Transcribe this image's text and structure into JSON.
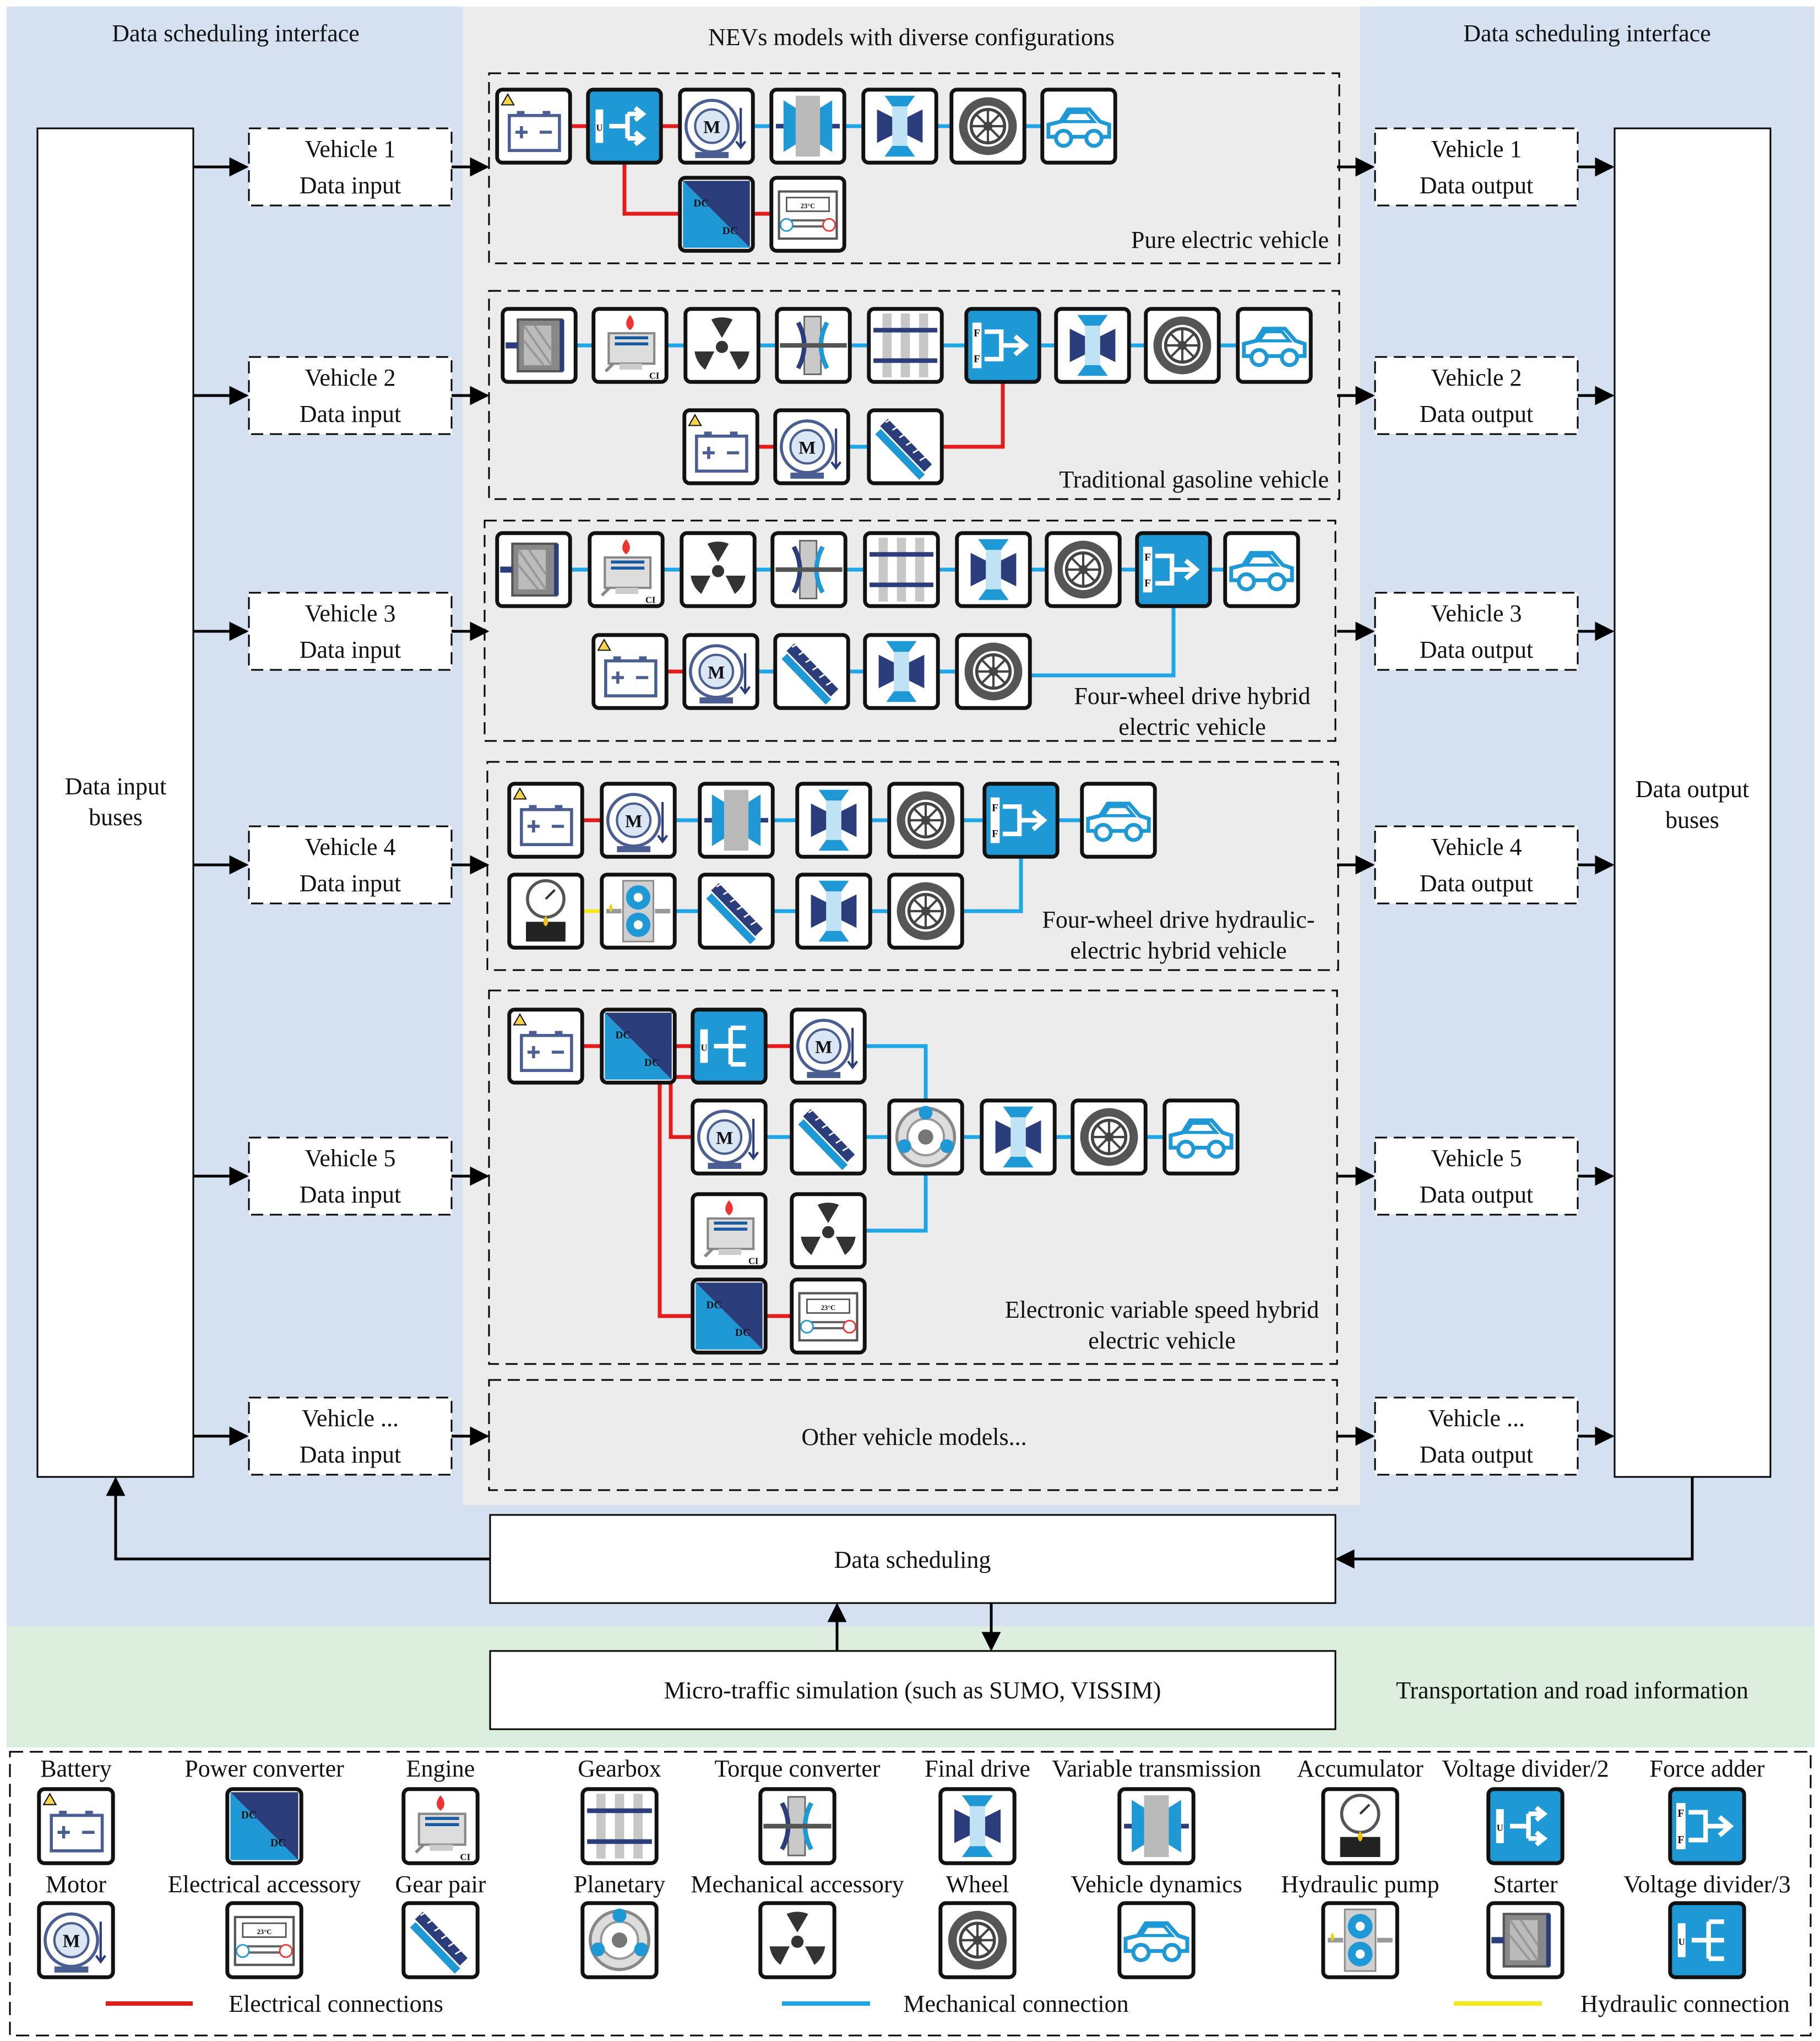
{
  "headers": {
    "left": "Data scheduling interface",
    "center": "NEVs models with diverse configurations",
    "right": "Data scheduling interface"
  },
  "buses": {
    "input": [
      "Data input",
      "buses"
    ],
    "output": [
      "Data output",
      "buses"
    ]
  },
  "inputs": [
    {
      "vehicle": "Vehicle 1",
      "label": "Data input"
    },
    {
      "vehicle": "Vehicle 2",
      "label": "Data input"
    },
    {
      "vehicle": "Vehicle 3",
      "label": "Data input"
    },
    {
      "vehicle": "Vehicle 4",
      "label": "Data input"
    },
    {
      "vehicle": "Vehicle 5",
      "label": "Data input"
    },
    {
      "vehicle": "Vehicle ...",
      "label": "Data input"
    }
  ],
  "outputs": [
    {
      "vehicle": "Vehicle 1",
      "label": "Data output"
    },
    {
      "vehicle": "Vehicle 2",
      "label": "Data output"
    },
    {
      "vehicle": "Vehicle 3",
      "label": "Data output"
    },
    {
      "vehicle": "Vehicle 4",
      "label": "Data output"
    },
    {
      "vehicle": "Vehicle 5",
      "label": "Data output"
    },
    {
      "vehicle": "Vehicle ...",
      "label": "Data output"
    }
  ],
  "models": [
    {
      "name": [
        "Pure electric vehicle"
      ]
    },
    {
      "name": [
        "Traditional gasoline  vehicle"
      ]
    },
    {
      "name": [
        "Four-wheel drive hybrid",
        "electric vehicle"
      ]
    },
    {
      "name": [
        "Four-wheel drive hydraulic-",
        "electric hybrid vehicle"
      ]
    },
    {
      "name": [
        "Electronic variable speed hybrid",
        "electric vehicle"
      ]
    },
    {
      "name": [
        "Other vehicle models..."
      ]
    }
  ],
  "scheduling": "Data scheduling",
  "traffic": "Micro-traffic simulation (such as SUMO, VISSIM)",
  "transport_info": "Transportation and road information",
  "legend": {
    "row1": [
      {
        "icon": "battery",
        "label": "Battery"
      },
      {
        "icon": "power-converter",
        "label": "Power converter"
      },
      {
        "icon": "engine",
        "label": "Engine"
      },
      {
        "icon": "gearbox",
        "label": "Gearbox"
      },
      {
        "icon": "torque-converter",
        "label": "Torque converter"
      },
      {
        "icon": "final-drive",
        "label": "Final drive"
      },
      {
        "icon": "variable-transmission",
        "label": "Variable transmission"
      },
      {
        "icon": "accumulator",
        "label": "Accumulator"
      },
      {
        "icon": "voltage-divider-2",
        "label": "Voltage divider/2"
      },
      {
        "icon": "force-adder",
        "label": "Force adder"
      }
    ],
    "row2": [
      {
        "icon": "motor",
        "label": "Motor"
      },
      {
        "icon": "electrical-accessory",
        "label": "Electrical accessory"
      },
      {
        "icon": "gear-pair",
        "label": "Gear pair"
      },
      {
        "icon": "planetary",
        "label": "Planetary"
      },
      {
        "icon": "mechanical-accessory",
        "label": "Mechanical accessory"
      },
      {
        "icon": "wheel",
        "label": "Wheel"
      },
      {
        "icon": "vehicle-dynamics",
        "label": "Vehicle dynamics"
      },
      {
        "icon": "hydraulic-pump",
        "label": "Hydraulic pump"
      },
      {
        "icon": "starter",
        "label": "Starter"
      },
      {
        "icon": "voltage-divider-3",
        "label": "Voltage divider/3"
      }
    ],
    "connections": [
      {
        "label": "Electrical connections",
        "color": "#e31b1b"
      },
      {
        "label": "Mechanical connection",
        "color": "#1ea6e6"
      },
      {
        "label": "Hydraulic connection",
        "color": "#f2ea1a"
      }
    ]
  },
  "colors": {
    "top_bg": "#d5e1f1",
    "center_bg": "#ececec",
    "bottom_bg": "#dceedd",
    "electrical": "#e31b1b",
    "mechanical": "#1ea6e6",
    "hydraulic": "#f2ea1a",
    "accent_blue": "#1f98d6",
    "navy": "#2b3d7a"
  }
}
